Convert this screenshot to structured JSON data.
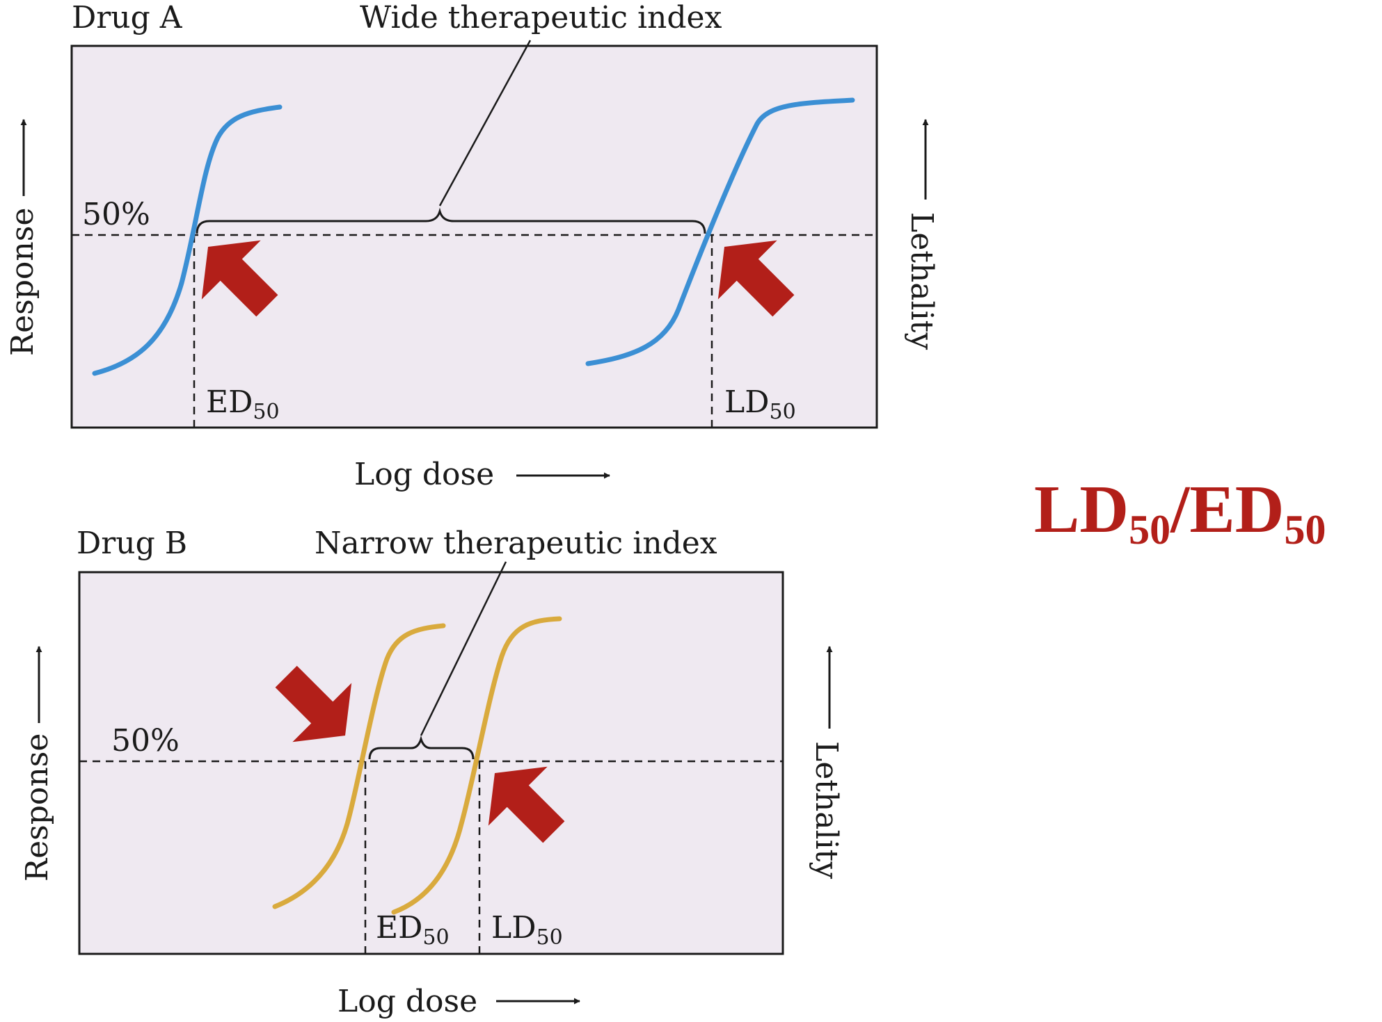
{
  "colors": {
    "panel_fill": "#efe9f1",
    "drug_a_curve": "#3b8fd4",
    "drug_b_curve": "#d9aa3d",
    "arrow": "#b21f19",
    "formula": "#b21f19"
  },
  "panel_a": {
    "title": "Drug A",
    "index_label": "Wide therapeutic index",
    "fifty_label": "50%",
    "ed_main": "ED",
    "ed_sub": "50",
    "ld_main": "LD",
    "ld_sub": "50",
    "y_left_label": "Response",
    "y_right_label": "Lethality",
    "x_label": "Log dose"
  },
  "panel_b": {
    "title": "Drug B",
    "index_label": "Narrow therapeutic index",
    "fifty_label": "50%",
    "ed_main": "ED",
    "ed_sub": "50",
    "ld_main": "LD",
    "ld_sub": "50",
    "y_left_label": "Response",
    "y_right_label": "Lethality",
    "x_label": "Log dose"
  },
  "formula": {
    "num_main": "LD",
    "num_sub": "50",
    "slash": "/",
    "den_main": "ED",
    "den_sub": "50"
  },
  "icons": {
    "direction_arrow": "arrow-icon",
    "highlight_arrow": "red-block-arrow-icon"
  }
}
